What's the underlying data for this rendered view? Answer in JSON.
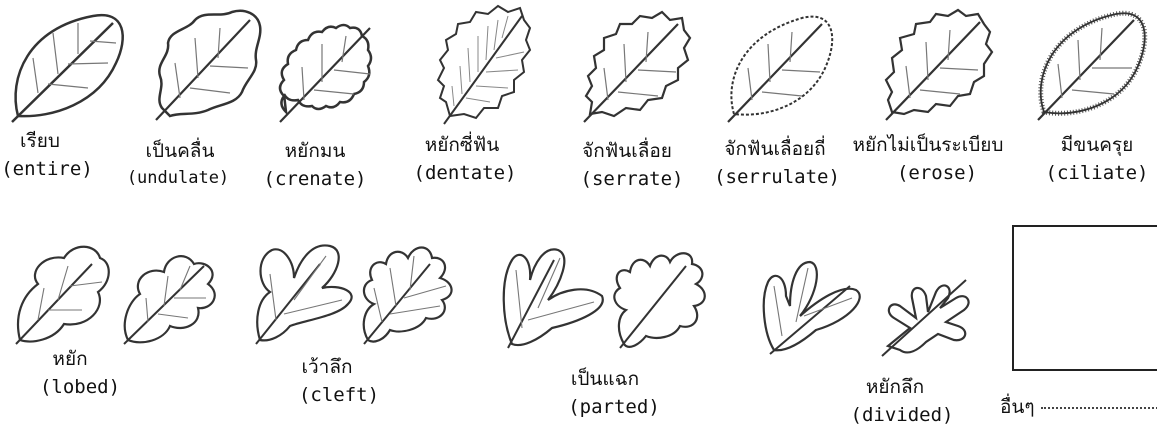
{
  "row1": [
    {
      "thai": "เรียบ",
      "eng": "(entire)",
      "margin": "entire"
    },
    {
      "thai": "เป็นคลื่น",
      "eng": "(undulate)",
      "margin": "undulate"
    },
    {
      "thai": "หยักมน",
      "eng": "(crenate)",
      "margin": "crenate"
    },
    {
      "thai": "หยักซี่ฟัน",
      "eng": "(dentate)",
      "margin": "dentate"
    },
    {
      "thai": "จักฟันเลื่อย",
      "eng": "(serrate)",
      "margin": "serrate"
    },
    {
      "thai": "จักฟันเลื่อยถี่",
      "eng": "(serrulate)",
      "margin": "serrulate"
    },
    {
      "thai": "หยักไม่เป็นระเบียบ",
      "eng": "(erose)",
      "margin": "erose"
    },
    {
      "thai": "มีขนครุย",
      "eng": "(ciliate)",
      "margin": "ciliate"
    }
  ],
  "row2": [
    {
      "thai": "หยัก",
      "eng": "(lobed)",
      "depth": "lobed"
    },
    {
      "thai": "เว้าลึก",
      "eng": "(cleft)",
      "depth": "cleft"
    },
    {
      "thai": "เป็นแฉก",
      "eng": "(parted)",
      "depth": "parted"
    },
    {
      "thai": "หยักลึก",
      "eng": "(divided)",
      "depth": "divided"
    }
  ],
  "other_label": "อื่นๆ"
}
